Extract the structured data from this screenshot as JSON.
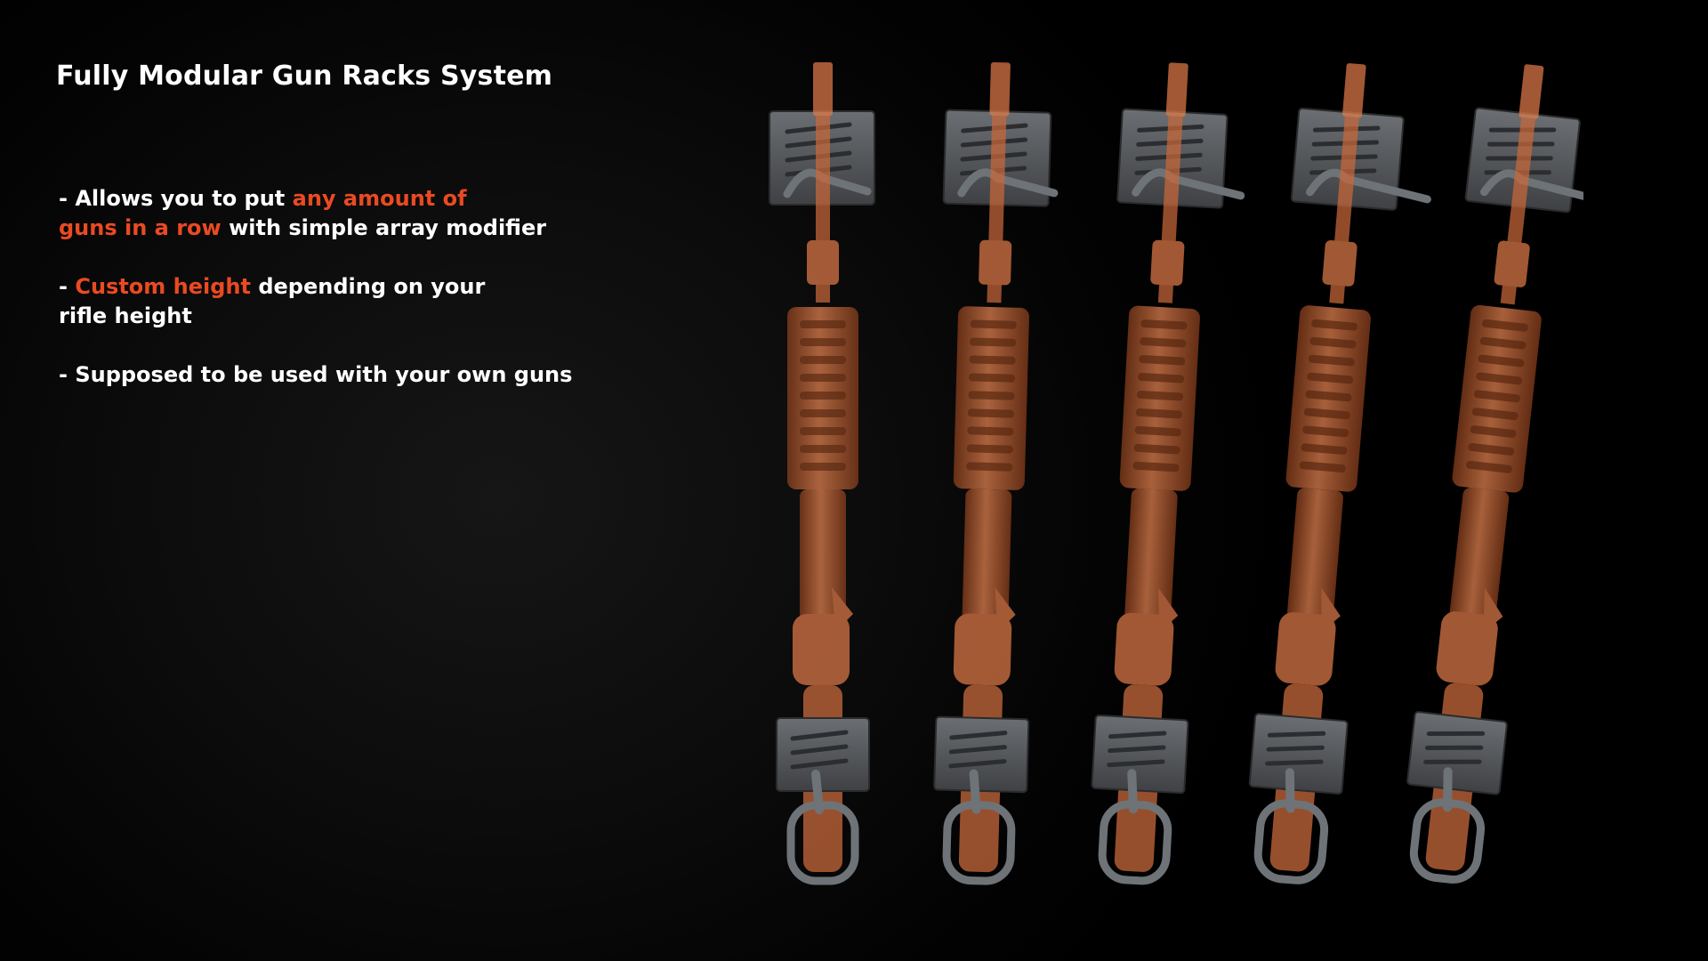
{
  "title": "Fully Modular Gun Racks System",
  "bullets": {
    "b1": {
      "prefix": "- Allows you to put ",
      "highlight_1": "any amount of",
      "highlight_2": "guns in a row",
      "suffix": " with simple array modifier"
    },
    "b2": {
      "prefix": "- ",
      "highlight": "Custom height",
      "suffix_1": " depending on your",
      "suffix_2": "rifle height"
    },
    "b3": {
      "text": "- Supposed to be used with your own guns"
    }
  },
  "colors": {
    "background": "#000000",
    "text": "#ffffff",
    "highlight": "#ea4a22",
    "rifle": "#e07a48",
    "rack": "#5a5c60",
    "hook": "#6e7378"
  },
  "illustration": {
    "subject": "five rifles in x-ray style mounted on wall rack brackets",
    "rifle_count": 5
  }
}
